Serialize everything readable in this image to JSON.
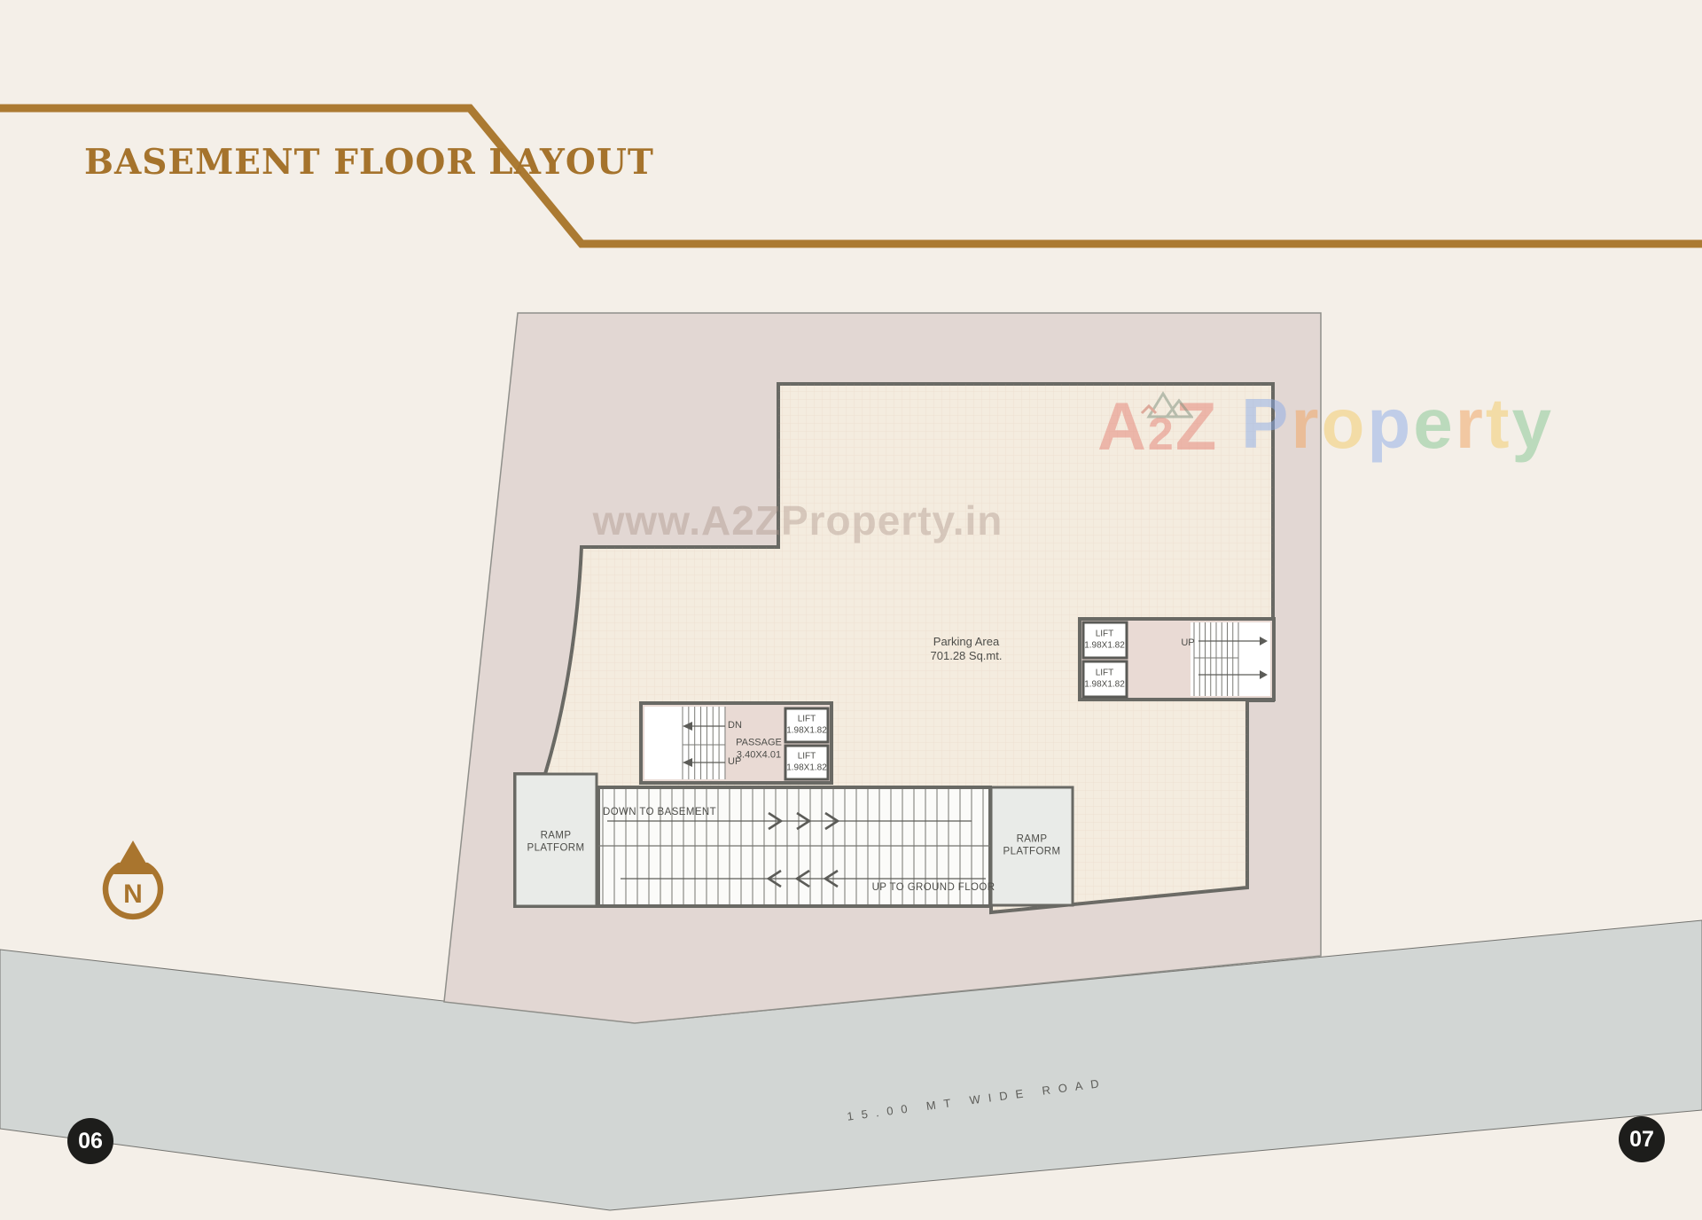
{
  "page": {
    "title": "BASEMENT FLOOR LAYOUT",
    "page_left": "06",
    "page_right": "07"
  },
  "watermark": {
    "url": "www.A2ZProperty.in",
    "brand": [
      "A",
      "2",
      "Z"
    ],
    "property": [
      "P",
      "r",
      "o",
      "p",
      "e",
      "r",
      "t",
      "y"
    ]
  },
  "plan": {
    "parking": {
      "line1": "Parking Area",
      "line2": "701.28 Sq.mt."
    },
    "lift": {
      "label": "LIFT",
      "size": "1.98X1.82"
    },
    "passage": {
      "label": "PASSAGE",
      "size": "3.40X4.01"
    },
    "stairs_left": {
      "dn": "DN",
      "up": "UP"
    },
    "stairs_right": {
      "up": "UP"
    },
    "ramp": {
      "down": "DOWN TO BASEMENT",
      "up": "UP TO GROUND FLOOR",
      "platform": {
        "line1": "RAMP",
        "line2": "PLATFORM"
      }
    },
    "compass": {
      "letter": "N"
    }
  },
  "road": {
    "label": "15.00 MT WIDE ROAD"
  },
  "colors": {
    "accent_brown": "#a9752e",
    "plot_fill": "#e2d7d3",
    "building_fill": "#f4ecdf",
    "road_fill": "#d2d6d4",
    "wall": "#696964",
    "page_circle": "#1d1d1b",
    "brand_red": "#e48074",
    "brand_blue": "#8cace8",
    "brand_orange": "#f0a868",
    "brand_yellow": "#f2cc70",
    "brand_green": "#8cc898"
  }
}
